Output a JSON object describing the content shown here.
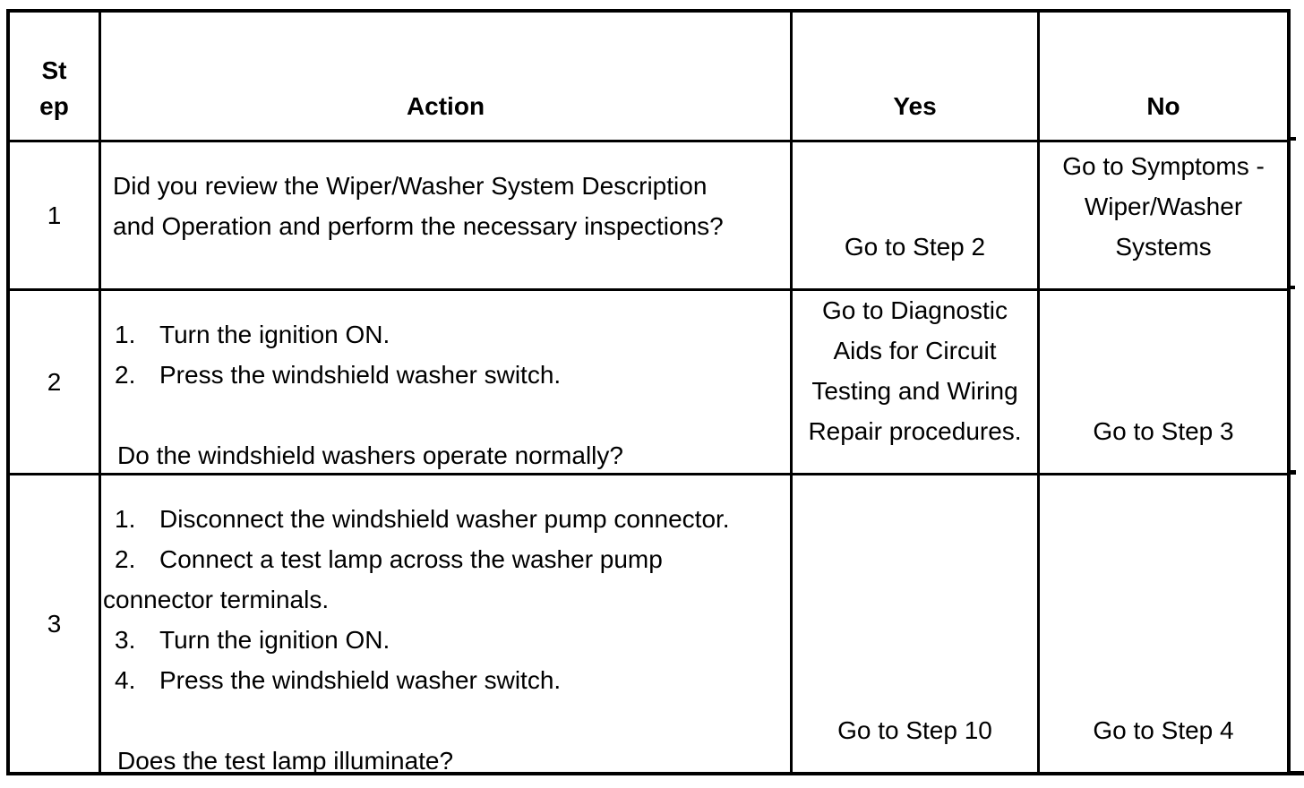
{
  "colors": {
    "background": "#ffffff",
    "border": "#000000",
    "text": "#000000"
  },
  "table": {
    "headers": {
      "step": "St\nep",
      "action": "Action",
      "yes": "Yes",
      "no": "No"
    },
    "rows": [
      {
        "step": "1",
        "action_lines": [
          {
            "style": "para",
            "text": "Did you review the Wiper/Washer System Description"
          },
          {
            "style": "para",
            "text": "and Operation and perform the necessary inspections?"
          }
        ],
        "yes_lines": [
          "Go to Step 2"
        ],
        "no_lines": [
          "Go to Symptoms -",
          "Wiper/Washer",
          "Systems"
        ]
      },
      {
        "step": "2",
        "action_lines": [
          {
            "style": "item",
            "num": "1.",
            "text": "Turn the ignition ON."
          },
          {
            "style": "item",
            "num": "2.",
            "text": "Press the windshield washer switch."
          },
          {
            "style": "blank"
          },
          {
            "style": "question",
            "text": "Do the windshield washers operate normally?"
          }
        ],
        "yes_lines": [
          "Go to Diagnostic",
          "Aids for Circuit",
          "Testing and Wiring",
          "Repair procedures."
        ],
        "no_lines": [
          "Go to Step 3"
        ]
      },
      {
        "step": "3",
        "action_lines": [
          {
            "style": "item",
            "num": "1.",
            "text": "Disconnect the windshield washer pump connector."
          },
          {
            "style": "item",
            "num": "2.",
            "text": "Connect a test lamp across the washer pump"
          },
          {
            "style": "cont",
            "text": "connector terminals."
          },
          {
            "style": "item",
            "num": "3.",
            "text": "Turn the ignition ON."
          },
          {
            "style": "item",
            "num": "4.",
            "text": "Press the windshield washer switch."
          },
          {
            "style": "blank"
          },
          {
            "style": "question",
            "text": "Does the test lamp illuminate?"
          }
        ],
        "yes_lines": [
          "Go to Step 10"
        ],
        "no_lines": [
          "Go to Step 4"
        ]
      }
    ]
  }
}
